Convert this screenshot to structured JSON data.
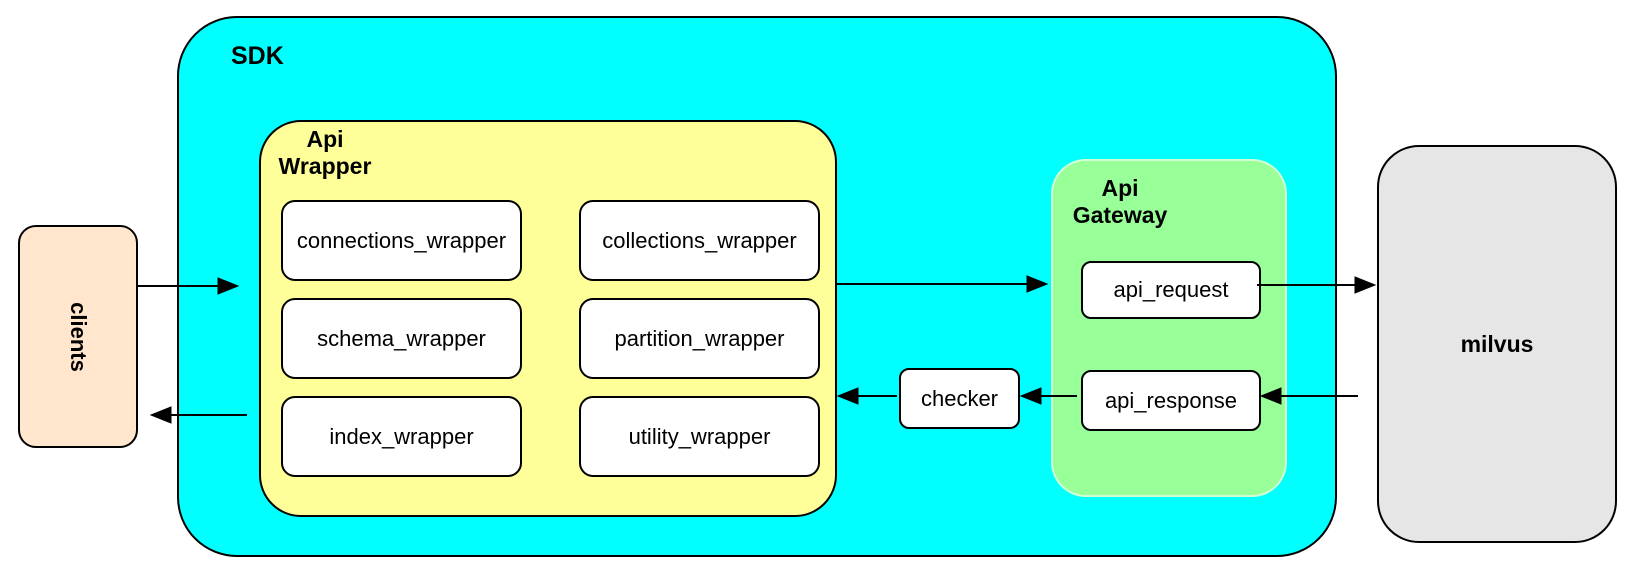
{
  "diagram": {
    "clients": {
      "label": "clients"
    },
    "sdk": {
      "label": "SDK",
      "api_wrapper": {
        "label_lines": [
          "Api",
          "Wrapper"
        ],
        "modules": [
          "connections_wrapper",
          "collections_wrapper",
          "schema_wrapper",
          "partition_wrapper",
          "index_wrapper",
          "utility_wrapper"
        ]
      },
      "checker": {
        "label": "checker"
      },
      "api_gateway": {
        "label_lines": [
          "Api",
          "Gateway"
        ],
        "request_label": "api_request",
        "response_label": "api_response"
      }
    },
    "milvus": {
      "label": "milvus"
    },
    "edges": [
      {
        "from": "clients",
        "to": "sdk",
        "direction": "right"
      },
      {
        "from": "api_wrapper",
        "to": "api_gateway",
        "direction": "right"
      },
      {
        "from": "api_request",
        "to": "milvus",
        "direction": "right"
      },
      {
        "from": "milvus",
        "to": "api_response",
        "direction": "left"
      },
      {
        "from": "api_response",
        "to": "checker",
        "direction": "left"
      },
      {
        "from": "checker",
        "to": "api_wrapper",
        "direction": "left"
      },
      {
        "from": "sdk",
        "to": "clients",
        "direction": "left"
      }
    ],
    "colors": {
      "sdk_fill": "#00FFFF",
      "api_wrapper_fill": "#FFFF99",
      "api_gateway_fill": "#99FF99",
      "clients_fill": "#FFE6CC",
      "milvus_fill": "#E6E6E6",
      "node_fill": "#FFFFFF",
      "stroke": "#000000"
    }
  }
}
